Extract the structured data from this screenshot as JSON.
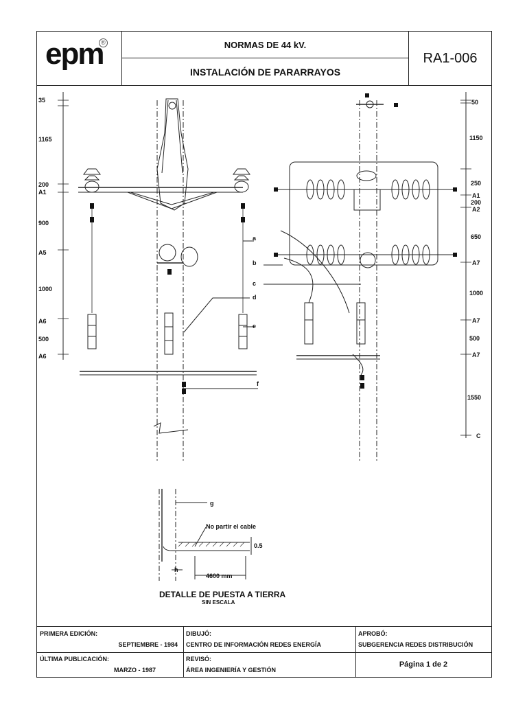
{
  "header": {
    "logo": "epm",
    "logo_mark": "®",
    "norm_title": "NORMAS DE 44 kV.",
    "subject": "INSTALACIÓN DE PARARRAYOS",
    "code": "RA1-006"
  },
  "left_dimensions": [
    "35",
    "1165",
    "200",
    "A1",
    "900",
    "A5",
    "1000",
    "A6",
    "500",
    "A6"
  ],
  "right_dimensions": [
    "50",
    "1150",
    "250",
    "A1",
    "200",
    "A2",
    "650",
    "A7",
    "1000",
    "A7",
    "500",
    "A7",
    "1550",
    "C"
  ],
  "callouts": [
    "a",
    "b",
    "c",
    "d",
    "e",
    "f",
    "g",
    "h"
  ],
  "detail": {
    "title": "DETALLE DE PUESTA A TIERRA",
    "subtitle": "SIN ESCALA",
    "note": "No partir el cable",
    "depth": "0.5",
    "distance": "4600 mm"
  },
  "footer": {
    "primera_label": "PRIMERA EDICIÓN:",
    "primera_value": "SEPTIEMBRE - 1984",
    "dibujo_label": "DIBUJÓ:",
    "dibujo_value": "CENTRO DE INFORMACIÓN REDES ENERGÍA",
    "aprobo_label": "APROBÓ:",
    "aprobo_value": "SUBGERENCIA  REDES DISTRIBUCIÓN",
    "ultima_label": "ÚLTIMA PUBLICACIÓN:",
    "ultima_value": "MARZO - 1987",
    "reviso_label": "REVISÓ:",
    "reviso_value": "ÁREA INGENIERÍA Y GESTIÓN",
    "pagina": "Página 1 de 2"
  }
}
